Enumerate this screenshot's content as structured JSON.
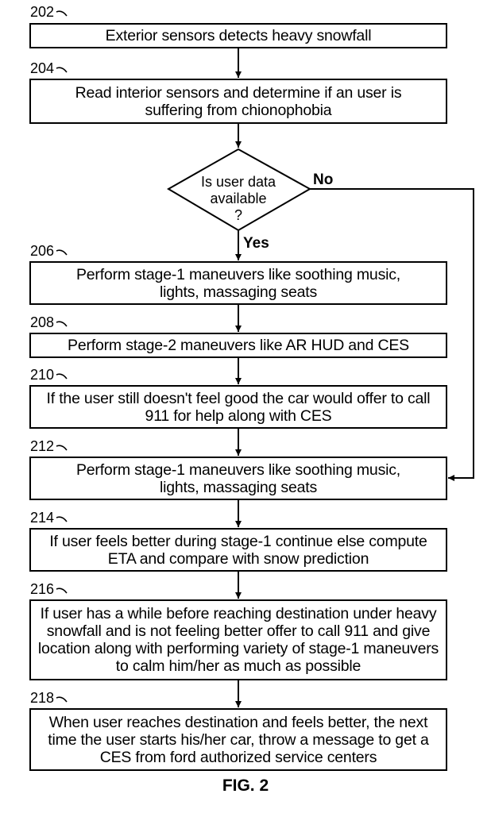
{
  "steps": [
    {
      "ref": "202",
      "text": "Exterior sensors detects heavy snowfall"
    },
    {
      "ref": "204",
      "text": "Read interior sensors and determine if an user is suffering from chionophobia"
    },
    {
      "ref": "206",
      "text": "Perform stage-1 maneuvers like soothing music, lights, massaging seats"
    },
    {
      "ref": "208",
      "text": "Perform stage-2 maneuvers like AR HUD and CES"
    },
    {
      "ref": "210",
      "text": "If the user still doesn't feel good the car would offer to call 911 for help along with CES"
    },
    {
      "ref": "212",
      "text": "Perform stage-1 maneuvers like soothing music, lights, massaging seats"
    },
    {
      "ref": "214",
      "text": "If user feels better during stage-1 continue else compute ETA and compare with snow prediction"
    },
    {
      "ref": "216",
      "text": "If user has a while before reaching destination under heavy snowfall and is not feeling better offer to call 911 and give location along with performing variety of stage-1 maneuvers to calm him/her as much as possible"
    },
    {
      "ref": "218",
      "text": "When user reaches destination and feels better, the next time the user starts his/her car, throw a message to get a CES from ford authorized service centers"
    }
  ],
  "decision": {
    "lines": [
      "Is user data",
      "available",
      "?"
    ],
    "yes_label": "Yes",
    "no_label": "No"
  },
  "figure_label": "FIG. 2"
}
